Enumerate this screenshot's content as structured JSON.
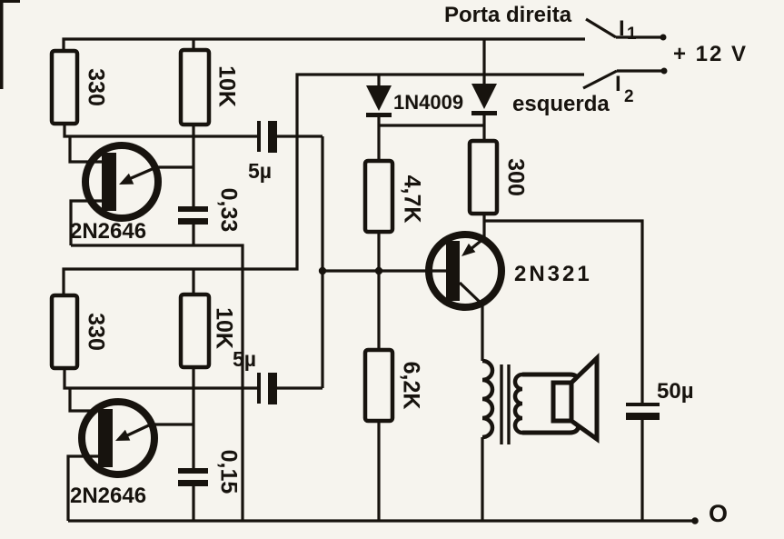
{
  "labels": {
    "porta_direita": "Porta direita",
    "esquerda": "esquerda",
    "supply": "+ 12 V",
    "i1_base": "I",
    "i1_sub": "1",
    "i2_base": "I",
    "i2_sub": "2",
    "output": "O",
    "diode_pair": "1N4009"
  },
  "oscillator_top": {
    "r_supply": "330",
    "r_charge": "10K",
    "cap": "0,33",
    "coupling_cap": "5µ",
    "transistor": "2N2646"
  },
  "oscillator_bottom": {
    "r_supply": "330",
    "r_charge": "10K",
    "cap": "0,15",
    "coupling_cap": "5µ",
    "transistor": "2N2646"
  },
  "amplifier": {
    "r_divider_top": "4,7K",
    "r_divider_bottom": "6,2K",
    "r_emitter": "300",
    "transistor": "2N321",
    "bypass_cap": "50µ"
  },
  "colors": {
    "ink": "#17130e",
    "paper": "#f6f4ee"
  }
}
